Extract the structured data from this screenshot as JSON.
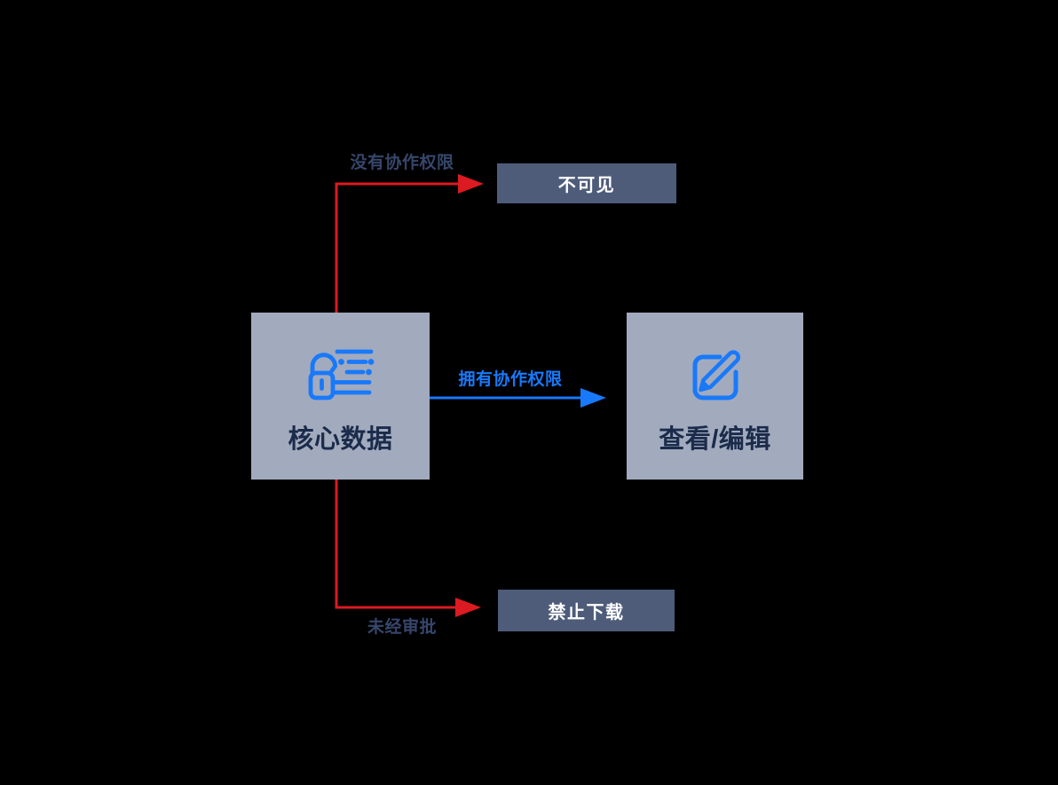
{
  "colors": {
    "background": "#000000",
    "accent_blue": "#1879FA",
    "arrow_red": "#DC1A21",
    "node_light_bg": "#A2AABE",
    "node_dark_bg": "#4E5C7A",
    "dark_text": "#1B2B4A",
    "label_text": "#36466B",
    "white_text": "#FFFFFF"
  },
  "nodes": {
    "core_data": {
      "label": "核心数据",
      "icon": "lock-document-icon"
    },
    "view_edit": {
      "label": "查看/编辑",
      "icon": "edit-square-icon"
    },
    "invisible": {
      "label": "不可见"
    },
    "no_download": {
      "label": "禁止下载"
    }
  },
  "edges": {
    "no_permission": {
      "label": "没有协作权限",
      "color": "red"
    },
    "has_permission": {
      "label": "拥有协作权限",
      "color": "blue"
    },
    "not_approved": {
      "label": "未经审批",
      "color": "red"
    }
  }
}
